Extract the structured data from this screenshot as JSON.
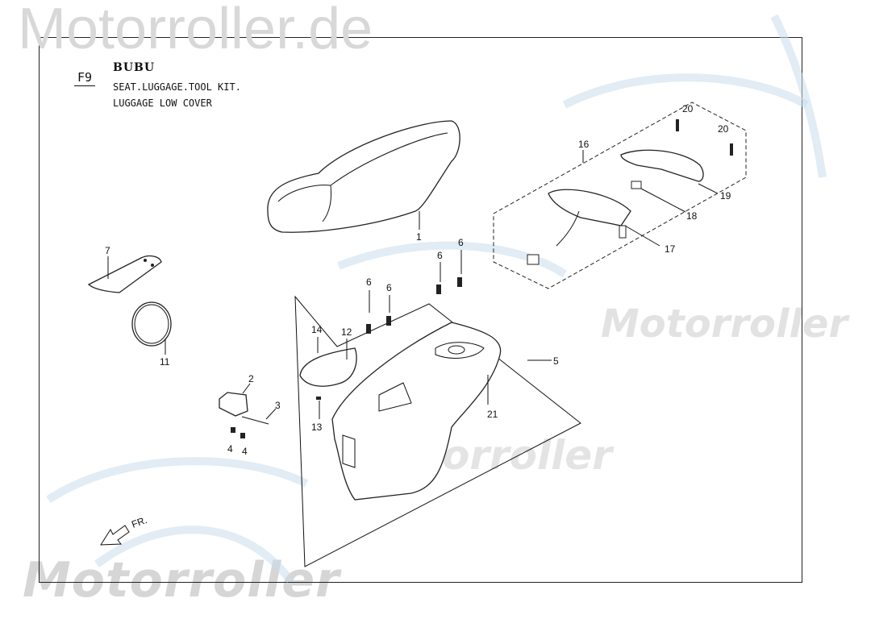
{
  "watermark": {
    "top": "Motorroller.de",
    "bottom": "Motorroller",
    "repeat": "Motorroller",
    "color": "#d8d8d8",
    "swoosh_color": "#c9dcec"
  },
  "header": {
    "figure": "F9",
    "model": "BUBU",
    "subtitle_1": "SEAT.LUGGAGE.TOOL KIT.",
    "subtitle_2": "LUGGAGE LOW COVER"
  },
  "direction_label": "FR.",
  "callouts": {
    "seat": "1",
    "bracket": "2",
    "rod": "3",
    "nut_a": "4",
    "nut_b": "4",
    "luggage_box": "5",
    "bolt_a": "6",
    "bolt_b": "6",
    "bolt_c": "6",
    "bolt_d": "6",
    "tool_bag": "7",
    "ring": "11",
    "lid": "12",
    "clip": "13",
    "screw": "14",
    "tail_light_assy": "16",
    "light_housing": "17",
    "bulb": "18",
    "lens": "19",
    "lens_screw_a": "20",
    "lens_screw_b": "20",
    "box_part": "21"
  }
}
